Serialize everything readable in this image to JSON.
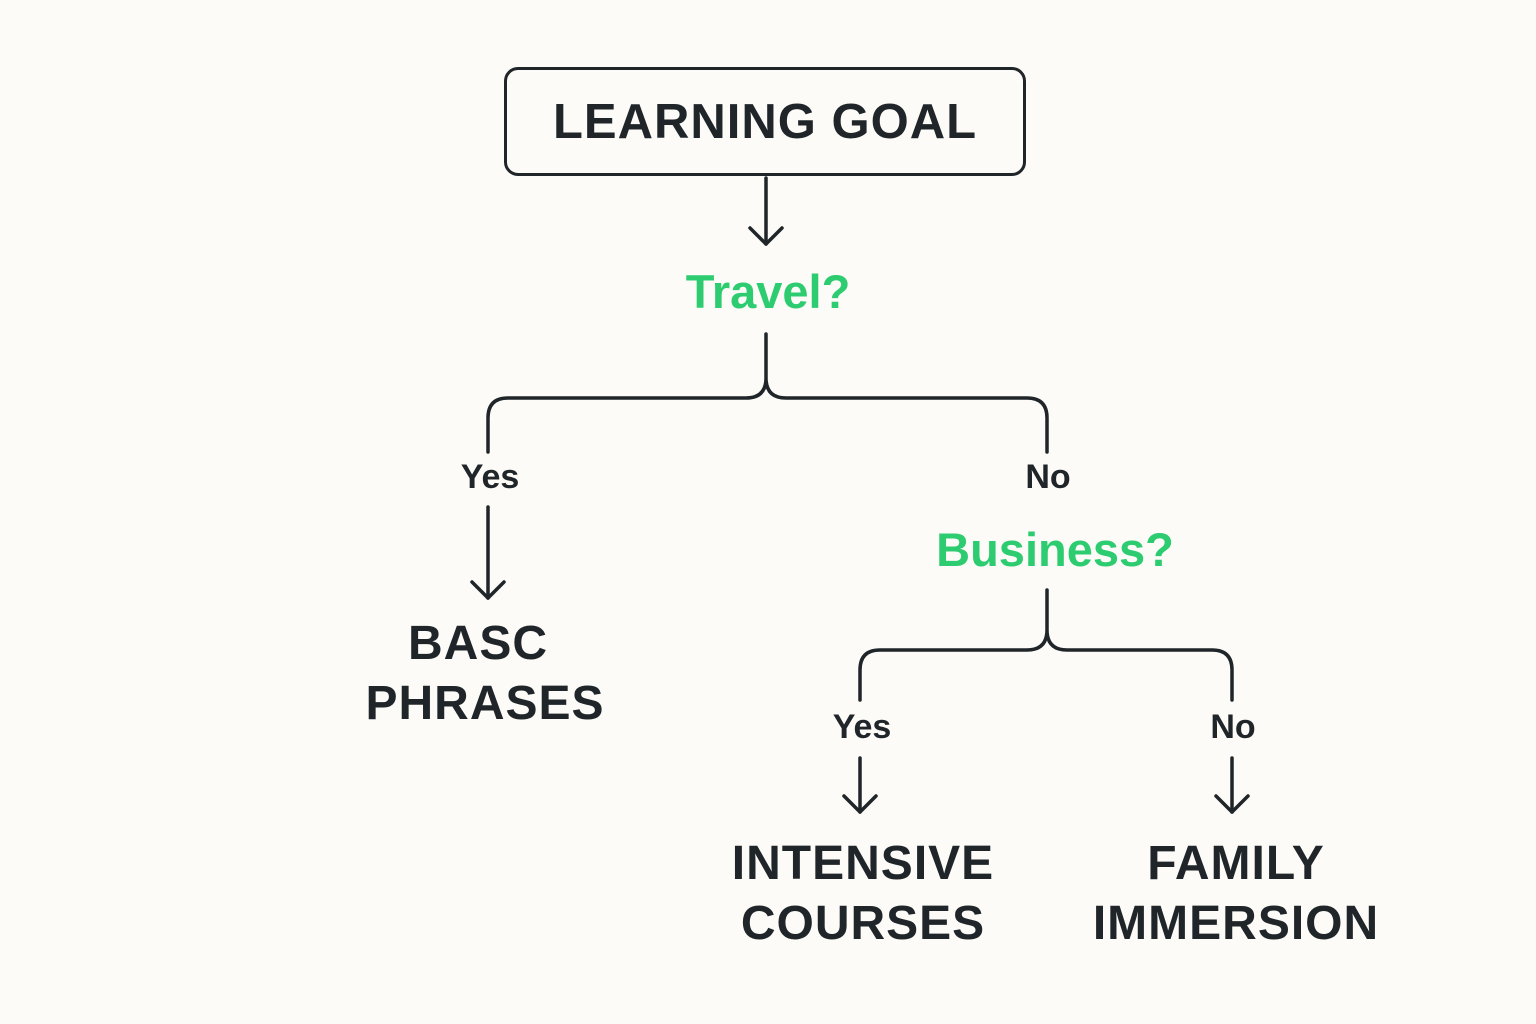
{
  "colors": {
    "ink": "#1f2529",
    "question": "#2ecc71",
    "background": "#fcfbf7"
  },
  "root": {
    "label": "LEARNING GOAL"
  },
  "q1": {
    "label": "Travel?",
    "yes": "Yes",
    "no": "No"
  },
  "outcome_basic": {
    "line1": "BASC",
    "line2": "PHRASES"
  },
  "q2": {
    "label": "Business?",
    "yes": "Yes",
    "no": "No"
  },
  "outcome_intensive": {
    "line1": "INTENSIVE",
    "line2": "COURSES"
  },
  "outcome_family": {
    "line1": "FAMILY",
    "line2": "IMMERSION"
  }
}
